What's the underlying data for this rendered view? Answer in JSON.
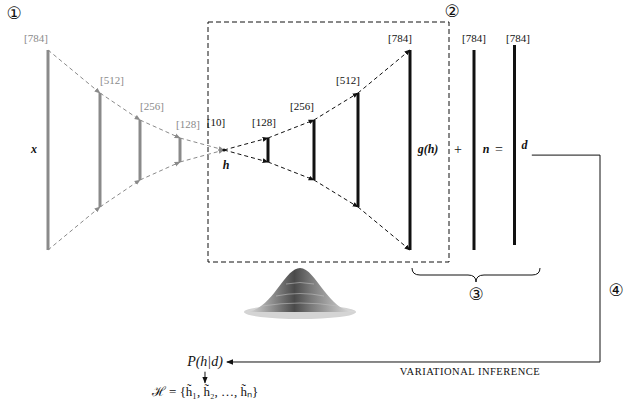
{
  "diagram": {
    "nodes": [
      {
        "text": [
          "[784]",
          "d"
        ]
      },
      {
        "text": [
          "P(h|d)"
        ]
      },
      {
        "text": [
          "ℋ = {h̃₁, h̃₂, …, h̃ₙ}"
        ]
      }
    ],
    "edges": [
      {
        "from": 0,
        "to": 1,
        "arrow": "to",
        "label": "VARIATIONAL INFERENCE"
      },
      {
        "from": 1,
        "to": 2,
        "arrow": "to"
      }
    ],
    "labels": [
      "①",
      "[784]",
      "[512]",
      "[256]",
      "[128]",
      "x",
      "[10]",
      "h",
      "[128]",
      "[256]",
      "[512]",
      "[784]",
      "②",
      "g(h)",
      "+",
      "[784]",
      "n",
      "=",
      "③",
      "④"
    ]
  }
}
